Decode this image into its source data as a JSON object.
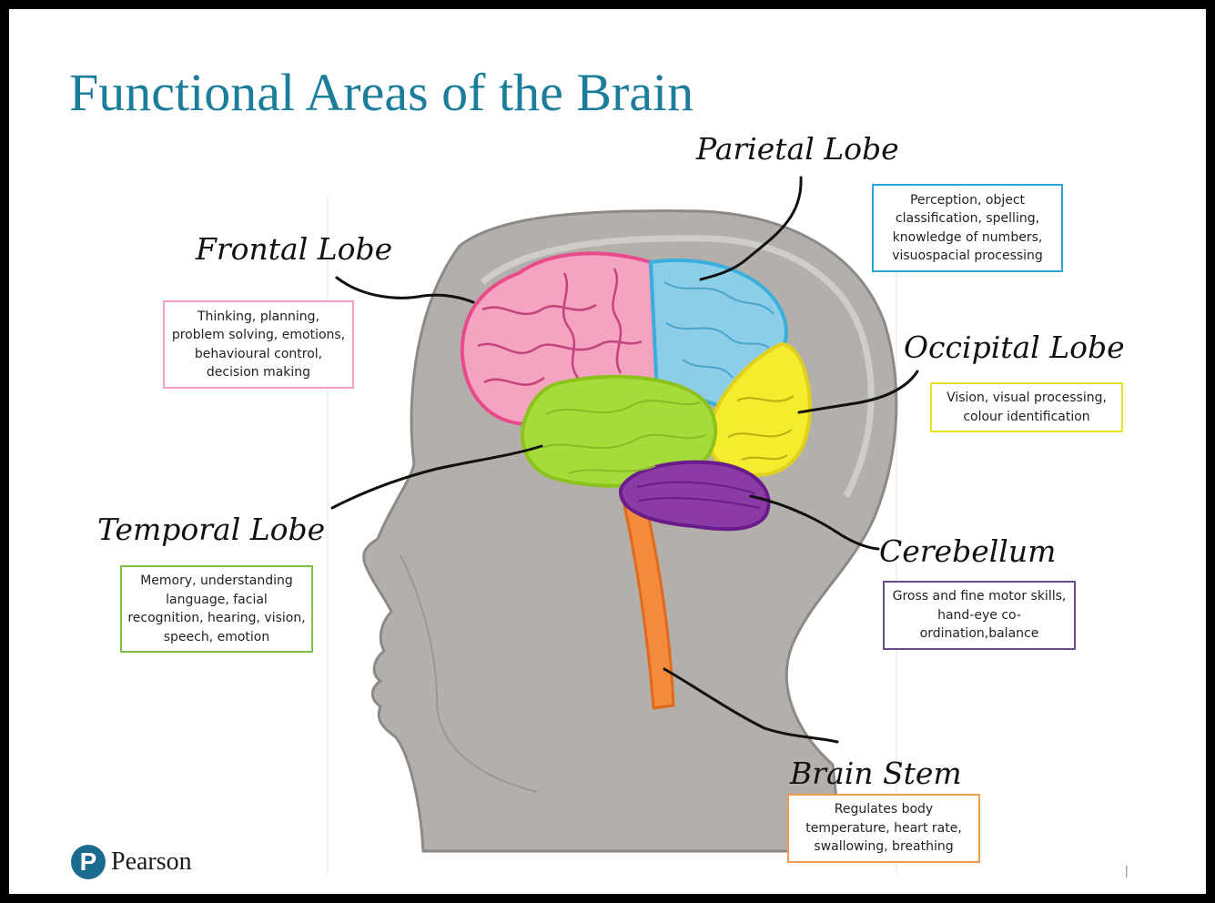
{
  "title": "Functional Areas of the Brain",
  "colors": {
    "title": "#1b7d9a",
    "frontal": "#f4a3c0",
    "parietal": "#8ccde8",
    "occipital": "#f4ec2c",
    "temporal": "#a6dc3a",
    "cerebellum": "#8c3aa6",
    "brain_stem": "#f48a3c",
    "head": "#b3b0ab"
  },
  "lobes": {
    "frontal": {
      "name": "Frontal Lobe",
      "desc": "Thinking, planning, problem solving, emotions, behavioural control, decision making",
      "box_color": "#f0a0c4"
    },
    "parietal": {
      "name": "Parietal Lobe",
      "desc": "Perception, object classification, spelling, knowledge of numbers, visuospacial processing",
      "box_color": "#2aa6dc"
    },
    "occipital": {
      "name": "Occipital Lobe",
      "desc": "Vision, visual processing, colour identification",
      "box_color": "#e8e02a"
    },
    "temporal": {
      "name": "Temporal Lobe",
      "desc": "Memory, understanding language, facial recognition, hearing, vision, speech, emotion",
      "box_color": "#7cc242"
    },
    "cerebellum": {
      "name": "Cerebellum",
      "desc": "Gross and fine motor skills, hand-eye co-ordination,balance",
      "box_color": "#6a4c8c"
    },
    "brain_stem": {
      "name": "Brain Stem",
      "desc": "Regulates body temperature, heart rate, swallowing, breathing",
      "box_color": "#f09a4c"
    }
  },
  "footer": {
    "logo_letter": "P",
    "brand": "Pearson",
    "page_marker": "|"
  }
}
